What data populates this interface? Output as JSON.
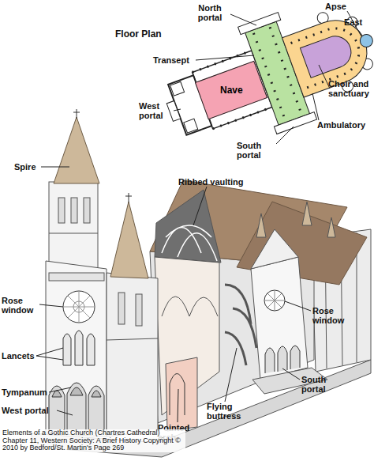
{
  "diagram": {
    "caption": "Elements of a Gothic Church (Chartres Cathedral) Chapter 11, Western Society: A Brief History Copyright © 2010 by Bedford/St. Martin's Page 269",
    "nodes": [
      {
        "text": [
          "Nave"
        ]
      }
    ],
    "labels": [
      "North portal",
      "Apse",
      "East",
      "Floor Plan",
      "Transept",
      "Choir and sanctuary",
      "West portal",
      "Ambulatory",
      "South portal",
      "Spire",
      "Ribbed vaulting",
      "Rose window",
      "Lancets",
      "Tympanum",
      "West portal",
      "Rose window",
      "South portal",
      "Pointed arch",
      "Flying buttress"
    ]
  }
}
